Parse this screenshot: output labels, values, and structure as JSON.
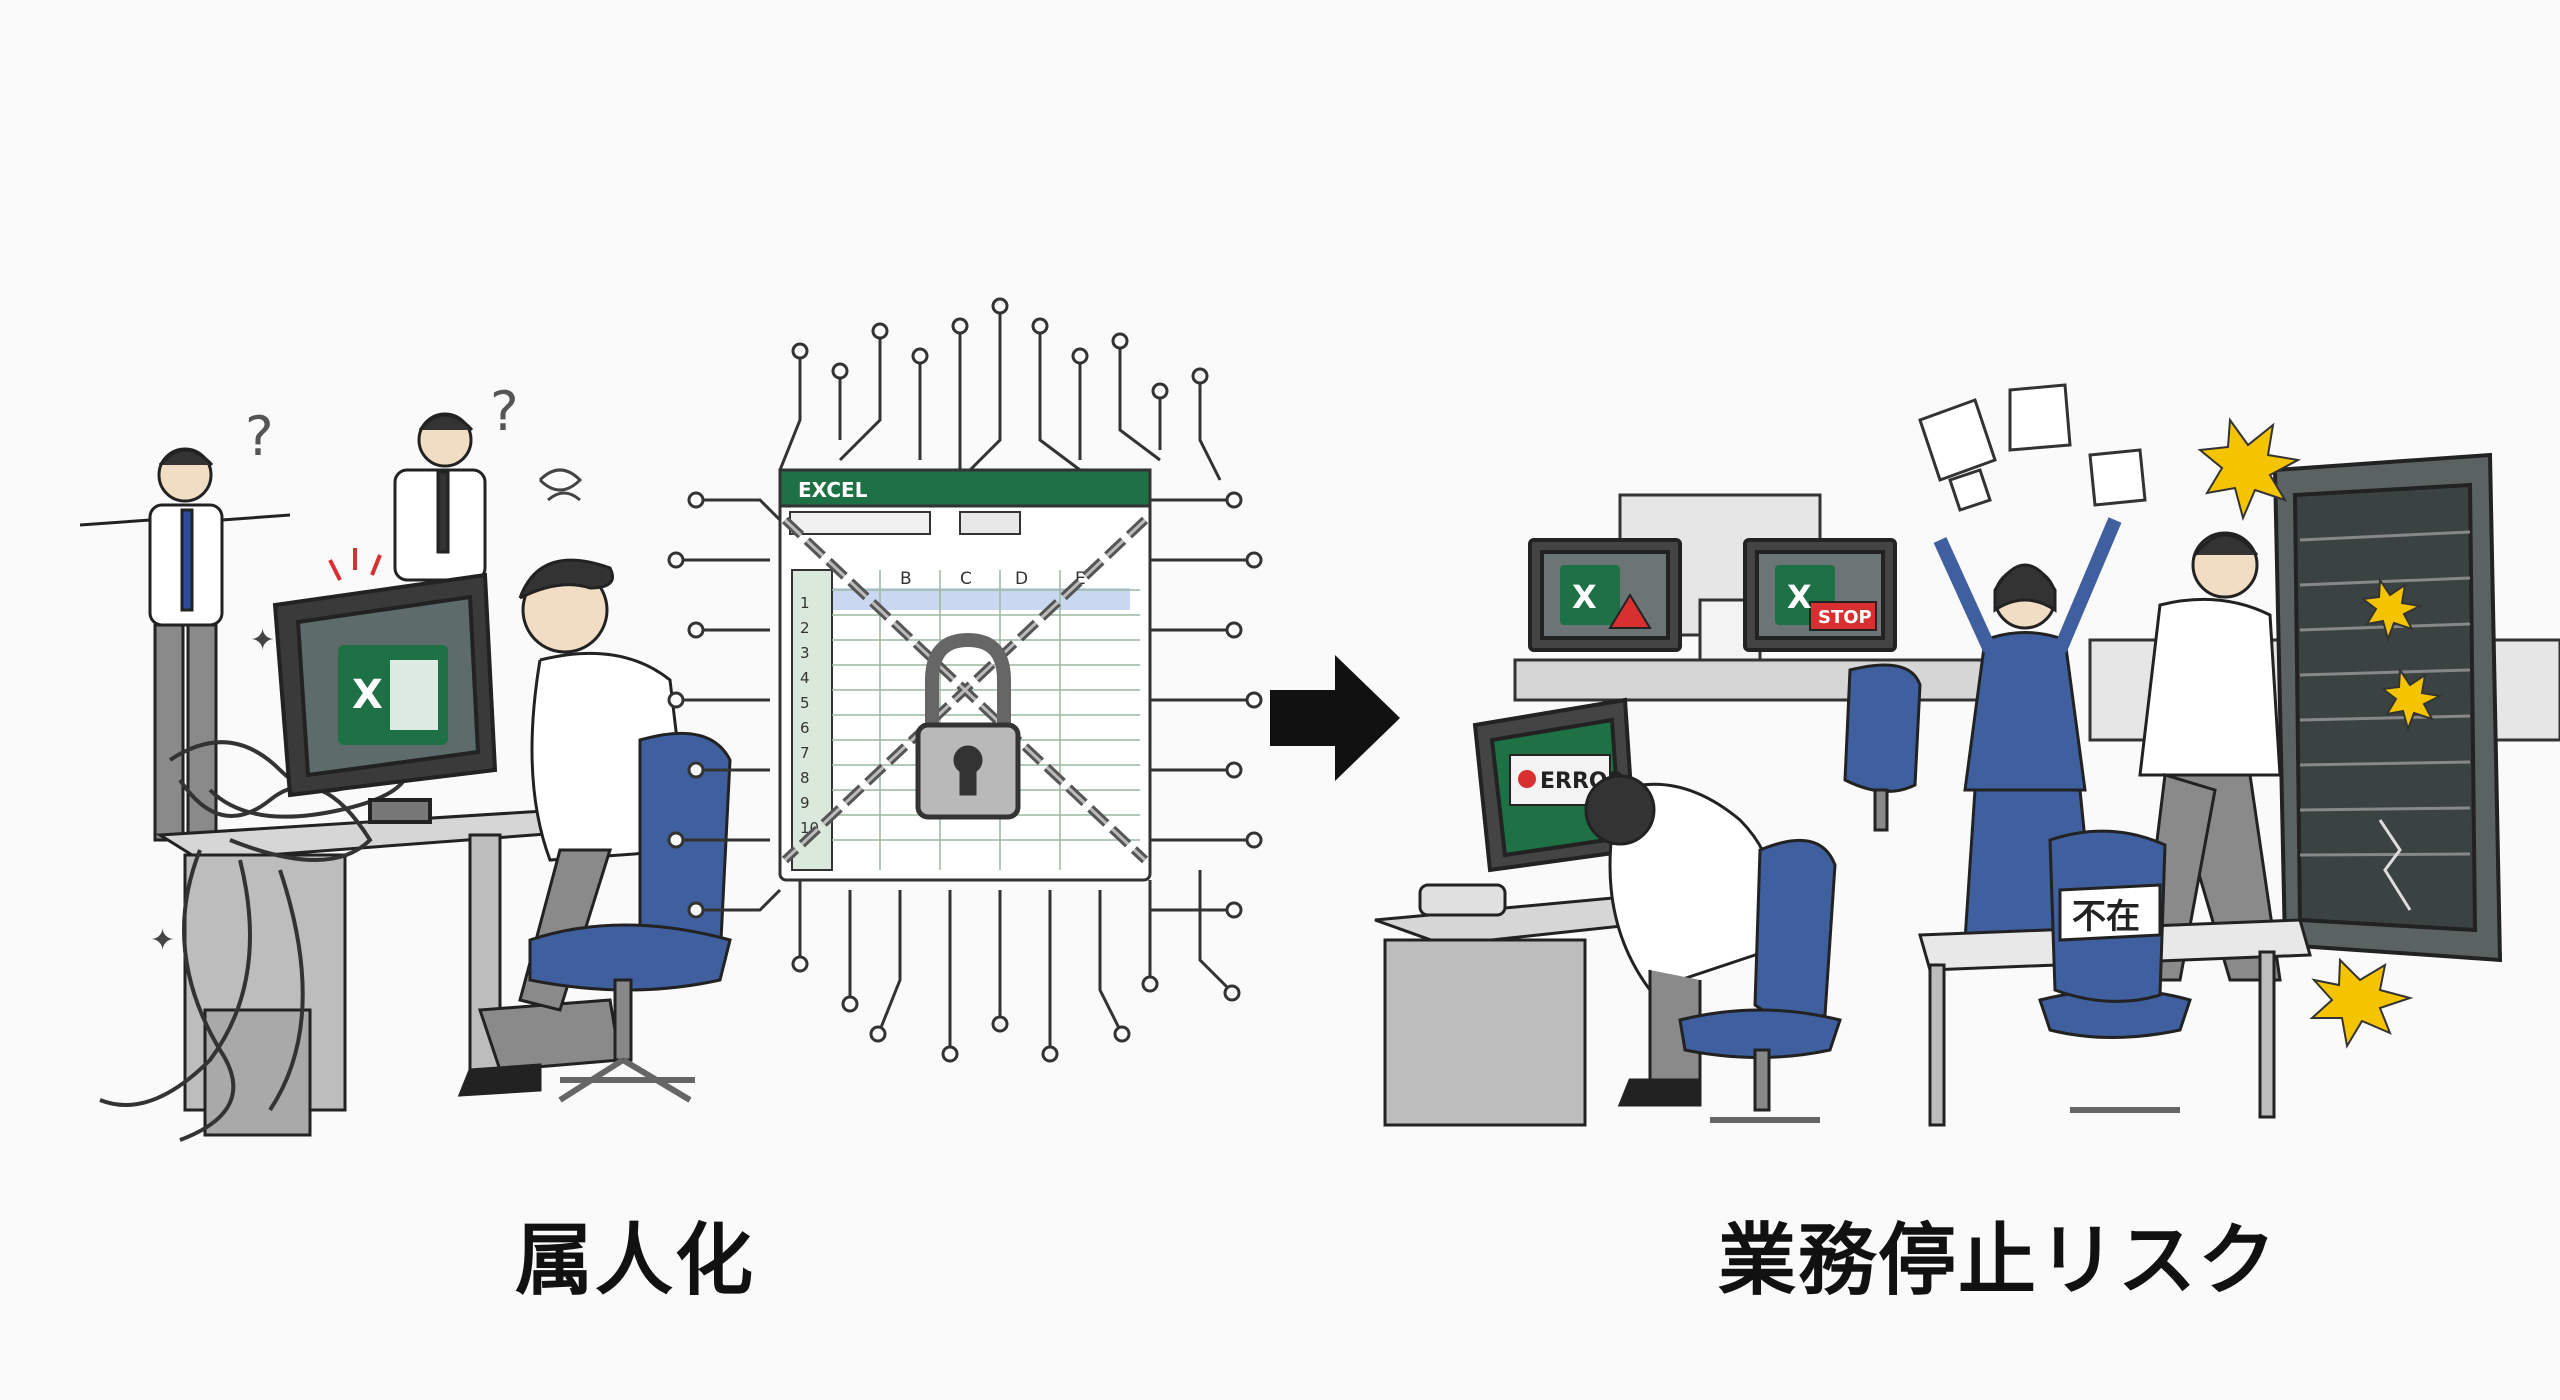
{
  "captions": {
    "left": "属人化",
    "right": "業務停止リスク"
  },
  "left_scene": {
    "excel_window_title": "EXCEL",
    "column_headers": [
      "B",
      "C",
      "D",
      "E"
    ],
    "row_numbers": [
      "1",
      "2",
      "3",
      "4",
      "5",
      "6",
      "7",
      "8",
      "9",
      "10"
    ],
    "monitor_app_letter": "X"
  },
  "right_scene": {
    "monitor1_app_letter": "X",
    "monitor2_app_letter": "X",
    "monitor2_badge": "STOP",
    "error_label": "ERROR",
    "absence_sign": "不在"
  },
  "colors": {
    "excel_green": "#1e7145",
    "chair_blue": "#3f5f9e",
    "arrow": "#111111",
    "alert_red": "#d83030",
    "spark_yellow": "#f5c400"
  }
}
